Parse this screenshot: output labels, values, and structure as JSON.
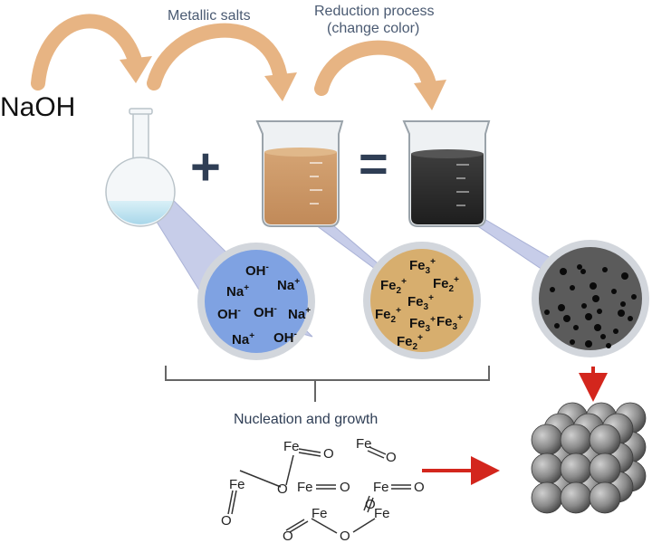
{
  "labels": {
    "naoh": "NaOH",
    "metallic_salts": "Metallic salts",
    "reduction_line1": "Reduction process",
    "reduction_line2": "(change color)",
    "nucleation": "Nucleation and growth"
  },
  "operators": {
    "plus": "+",
    "equals": "="
  },
  "blue_circle_ions": [
    {
      "base": "OH",
      "sup": "-"
    },
    {
      "base": "Na",
      "sup": "+"
    },
    {
      "base": "Na",
      "sup": "+"
    },
    {
      "base": "OH",
      "sup": "-"
    },
    {
      "base": "OH",
      "sup": "-"
    },
    {
      "base": "Na",
      "sup": "+"
    },
    {
      "base": "Na",
      "sup": "+"
    },
    {
      "base": "OH",
      "sup": "-"
    }
  ],
  "tan_circle_ions": [
    {
      "base": "Fe",
      "sub": "3",
      "sup": "+"
    },
    {
      "base": "Fe",
      "sub": "2",
      "sup": "+"
    },
    {
      "base": "Fe",
      "sub": "2",
      "sup": "+"
    },
    {
      "base": "Fe",
      "sub": "3",
      "sup": "+"
    },
    {
      "base": "Fe",
      "sub": "2",
      "sup": "+"
    },
    {
      "base": "Fe",
      "sub": "3",
      "sup": "+"
    },
    {
      "base": "Fe",
      "sub": "3",
      "sup": "+"
    },
    {
      "base": "Fe",
      "sub": "2",
      "sup": "+"
    }
  ],
  "molecule": {
    "fe": "Fe",
    "o": "O"
  },
  "colors": {
    "arrow_orange": "#e7b483",
    "cone_blue": "#c7cde9",
    "circle_blue": "#7fa2e2",
    "circle_tan": "#d7ae6e",
    "circle_dark": "#5b5b5b",
    "red_arrow": "#d3261d",
    "operator": "#2f3e55"
  }
}
